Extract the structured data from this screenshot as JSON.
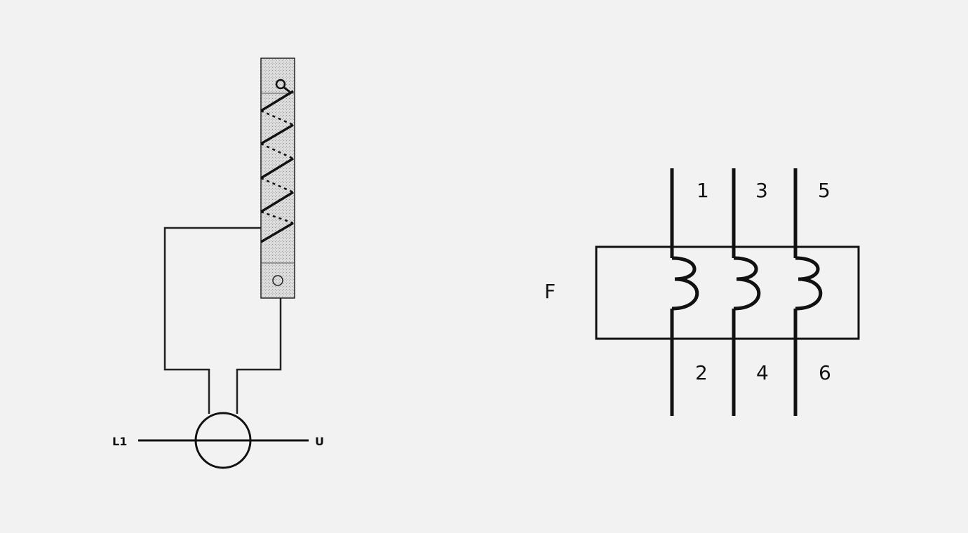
{
  "diagram": {
    "left_figure": {
      "line_in_label": "L1",
      "line_out_label": "U"
    },
    "right_figure": {
      "device_label": "F",
      "top_terminals": [
        "1",
        "3",
        "5"
      ],
      "bottom_terminals": [
        "2",
        "4",
        "6"
      ]
    }
  },
  "colors": {
    "background": "#f2f2f2",
    "stroke": "#111111",
    "heater_fill": "#d9d9d9"
  }
}
